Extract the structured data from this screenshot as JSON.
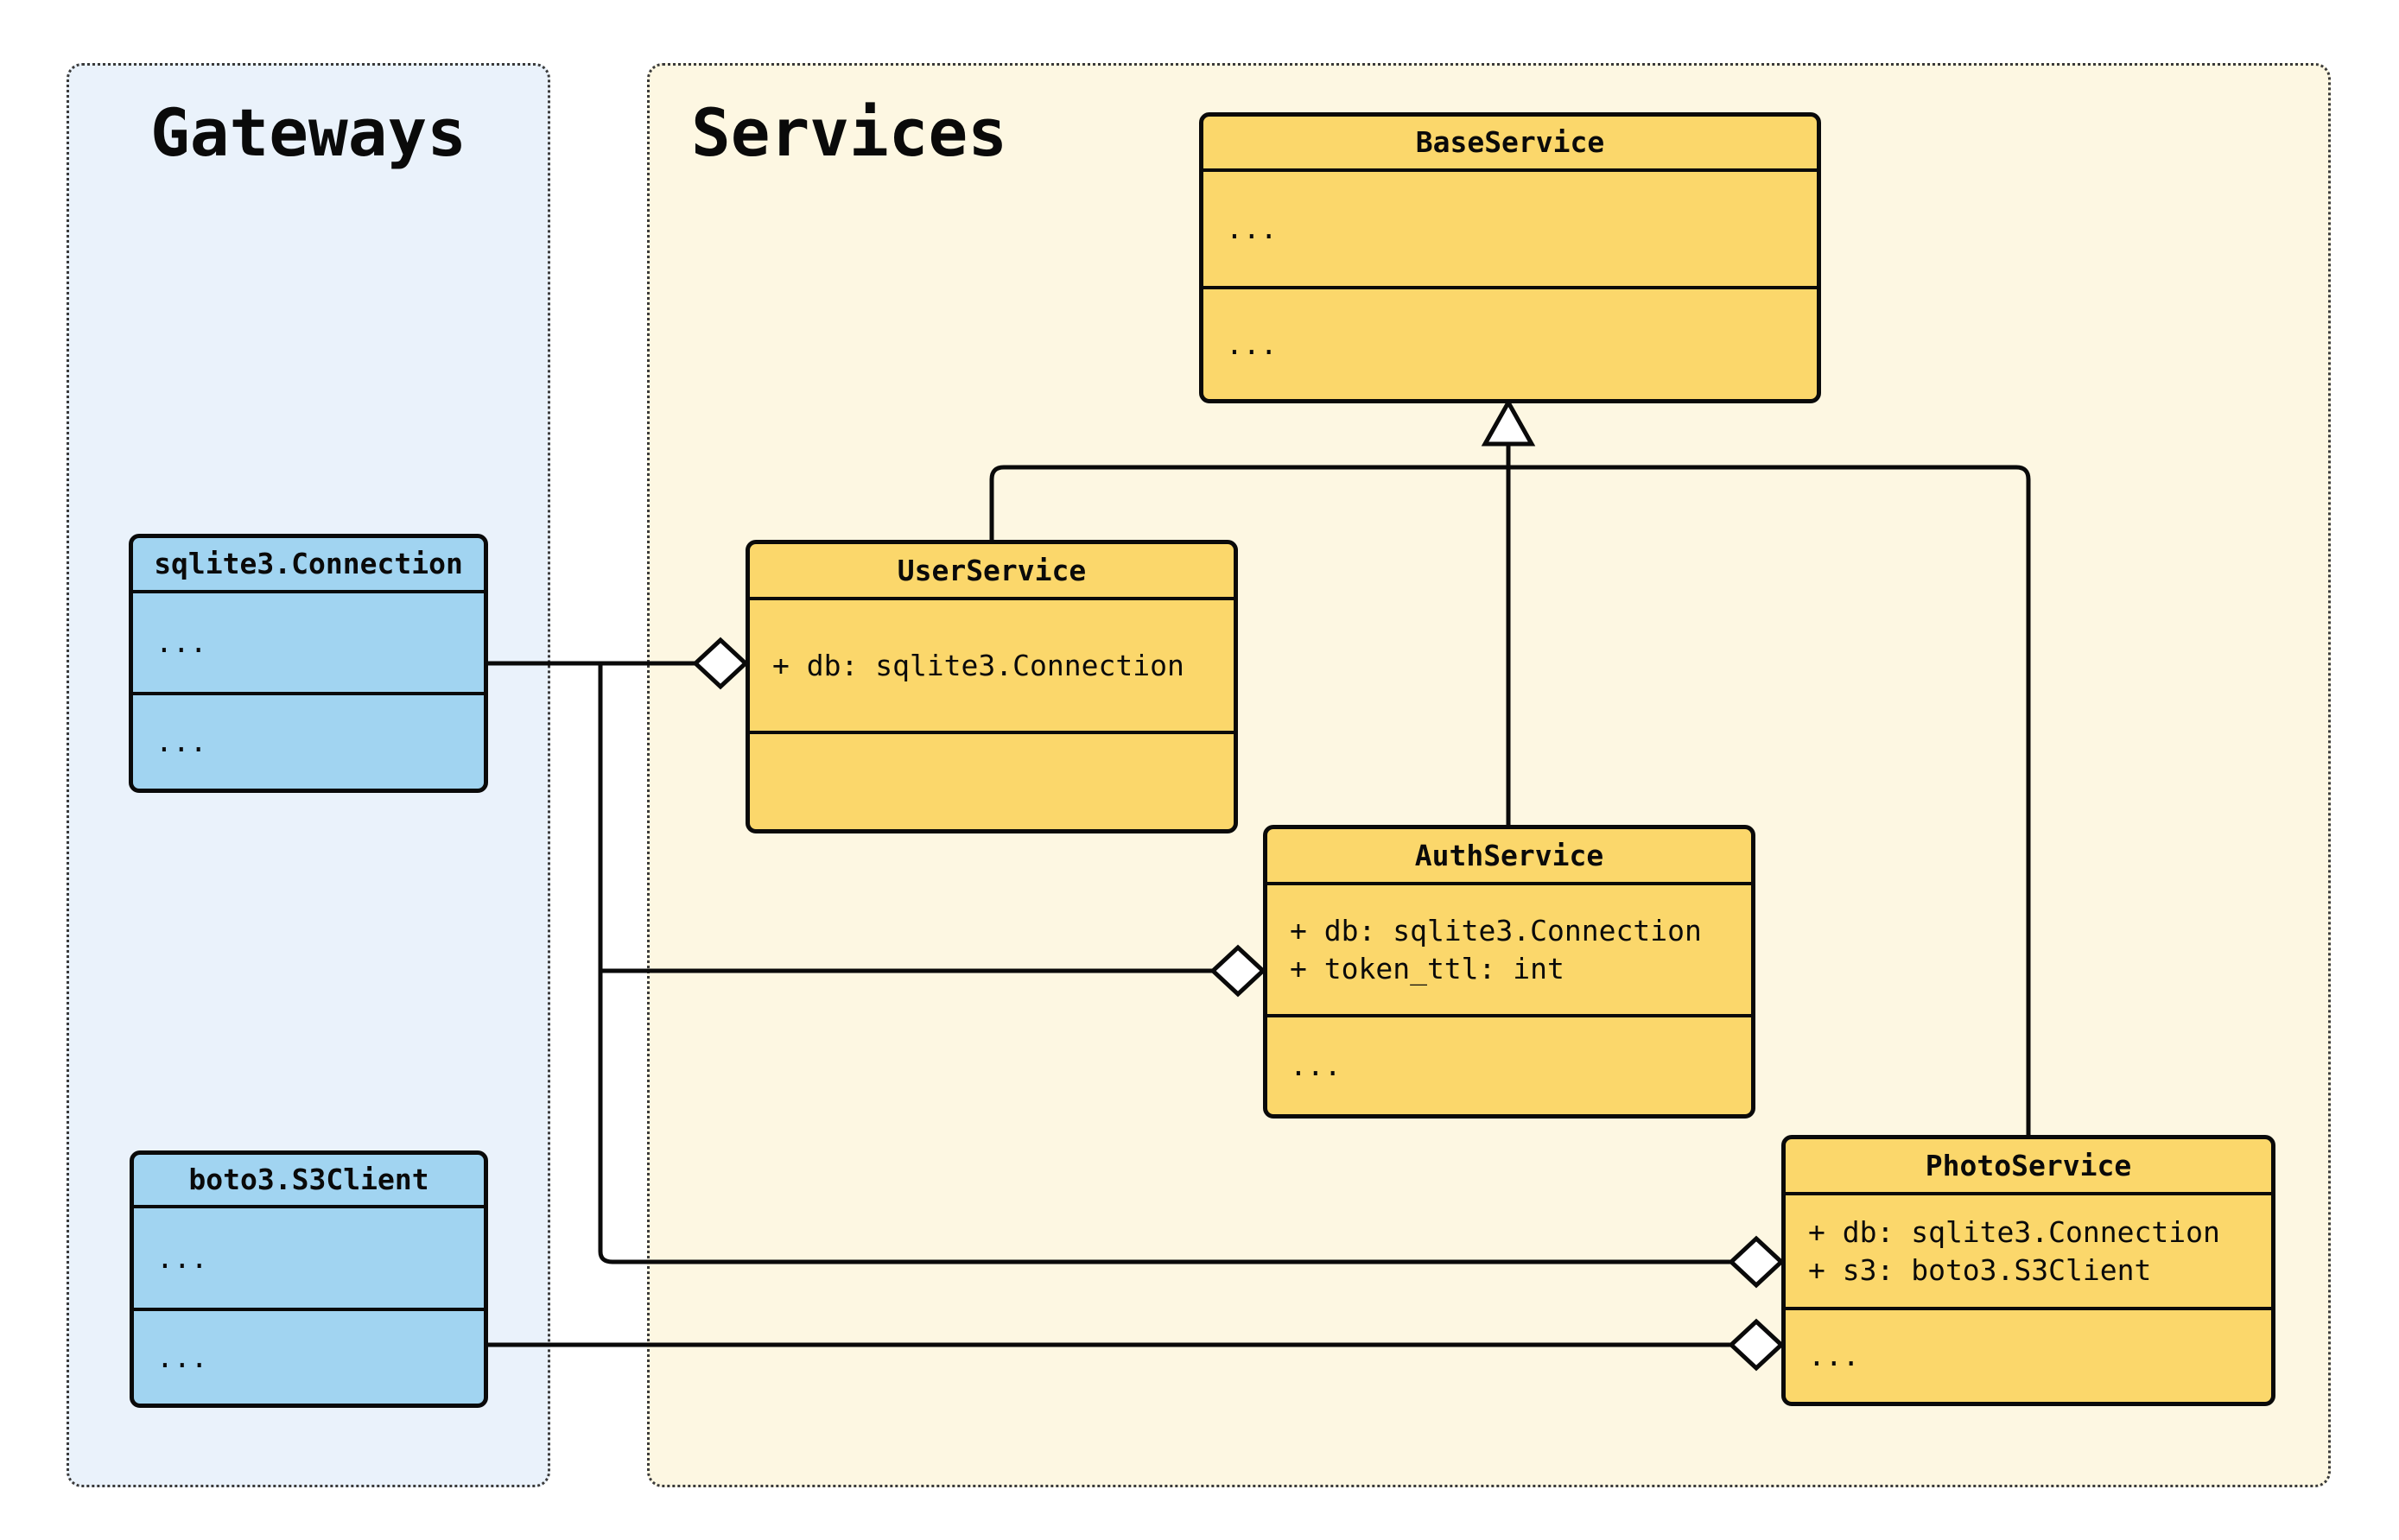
{
  "panels": [
    {
      "title": "Gateways"
    },
    {
      "title": "Services"
    }
  ],
  "classes": [
    {
      "name": "BaseService",
      "attributes": [
        "..."
      ],
      "methods": [
        "..."
      ]
    },
    {
      "name": "UserService",
      "attributes": [
        "+ db: sqlite3.Connection"
      ],
      "methods": []
    },
    {
      "name": "AuthService",
      "attributes": [
        "+ db: sqlite3.Connection",
        "+ token_ttl: int"
      ],
      "methods": [
        "..."
      ]
    },
    {
      "name": "PhotoService",
      "attributes": [
        "+ db: sqlite3.Connection",
        "+ s3: boto3.S3Client"
      ],
      "methods": [
        "..."
      ]
    },
    {
      "name": "sqlite3.Connection",
      "attributes": [
        "..."
      ],
      "methods": [
        "..."
      ]
    },
    {
      "name": "boto3.S3Client",
      "attributes": [
        "..."
      ],
      "methods": [
        "..."
      ]
    }
  ],
  "relations": [
    {
      "type": "inheritance",
      "from": "UserService",
      "to": "BaseService"
    },
    {
      "type": "inheritance",
      "from": "AuthService",
      "to": "BaseService"
    },
    {
      "type": "inheritance",
      "from": "PhotoService",
      "to": "BaseService"
    },
    {
      "type": "aggregation",
      "from": "UserService",
      "to": "sqlite3.Connection"
    },
    {
      "type": "aggregation",
      "from": "AuthService",
      "to": "sqlite3.Connection"
    },
    {
      "type": "aggregation",
      "from": "PhotoService",
      "to": "sqlite3.Connection"
    },
    {
      "type": "aggregation",
      "from": "PhotoService",
      "to": "boto3.S3Client"
    }
  ],
  "colors": {
    "service_fill": "#FBD76B",
    "gateway_fill": "#A1D4F1",
    "gateways_panel_bg": "#EAF2FB",
    "services_panel_bg": "#FDF7E2",
    "ink": "#0a0a0a"
  }
}
